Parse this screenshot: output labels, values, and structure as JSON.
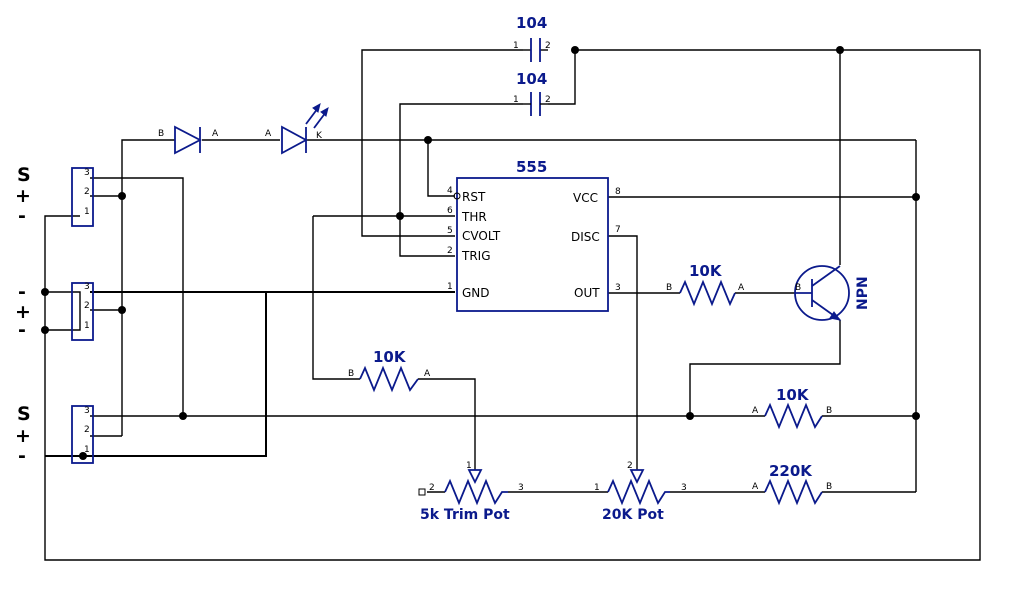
{
  "ic": {
    "name": "555",
    "pins_left": [
      {
        "num": "4",
        "label": "RST"
      },
      {
        "num": "6",
        "label": "THR"
      },
      {
        "num": "5",
        "label": "CVOLT"
      },
      {
        "num": "2",
        "label": "TRIG"
      },
      {
        "num": "1",
        "label": "GND"
      }
    ],
    "pins_right": [
      {
        "num": "8",
        "label": "VCC"
      },
      {
        "num": "7",
        "label": "DISC"
      },
      {
        "num": "3",
        "label": "OUT"
      }
    ]
  },
  "capacitors": [
    {
      "value": "104",
      "pin1": "1",
      "pin2": "2"
    },
    {
      "value": "104",
      "pin1": "1",
      "pin2": "2"
    }
  ],
  "diode": {
    "pin_a": "B",
    "pin_b": "A"
  },
  "led": {
    "pin_a": "A",
    "pin_k": "K"
  },
  "resistors": [
    {
      "value": "10K",
      "pin_left": "B",
      "pin_right": "A"
    },
    {
      "value": "10K",
      "pin_left": "B",
      "pin_right": "A"
    },
    {
      "value": "10K",
      "pin_left": "A",
      "pin_right": "B"
    },
    {
      "value": "220K",
      "pin_left": "A",
      "pin_right": "B"
    }
  ],
  "transistor": {
    "label": "NPN",
    "base_pin": "B"
  },
  "pots": [
    {
      "label": "5k Trim Pot",
      "pin_left": "2",
      "pin_right": "3",
      "wiper": "1"
    },
    {
      "label": "20K Pot",
      "pin_left": "1",
      "pin_right": "3",
      "wiper": "2"
    }
  ],
  "connectors": [
    {
      "pins": [
        "3",
        "2",
        "1"
      ],
      "side_labels": [
        "S",
        "+",
        "-"
      ]
    },
    {
      "pins": [
        "3",
        "2",
        "1"
      ],
      "side_labels": [
        "-",
        "+",
        "-"
      ]
    },
    {
      "pins": [
        "3",
        "2",
        "1"
      ],
      "side_labels": [
        "S",
        "+",
        "-"
      ]
    }
  ]
}
